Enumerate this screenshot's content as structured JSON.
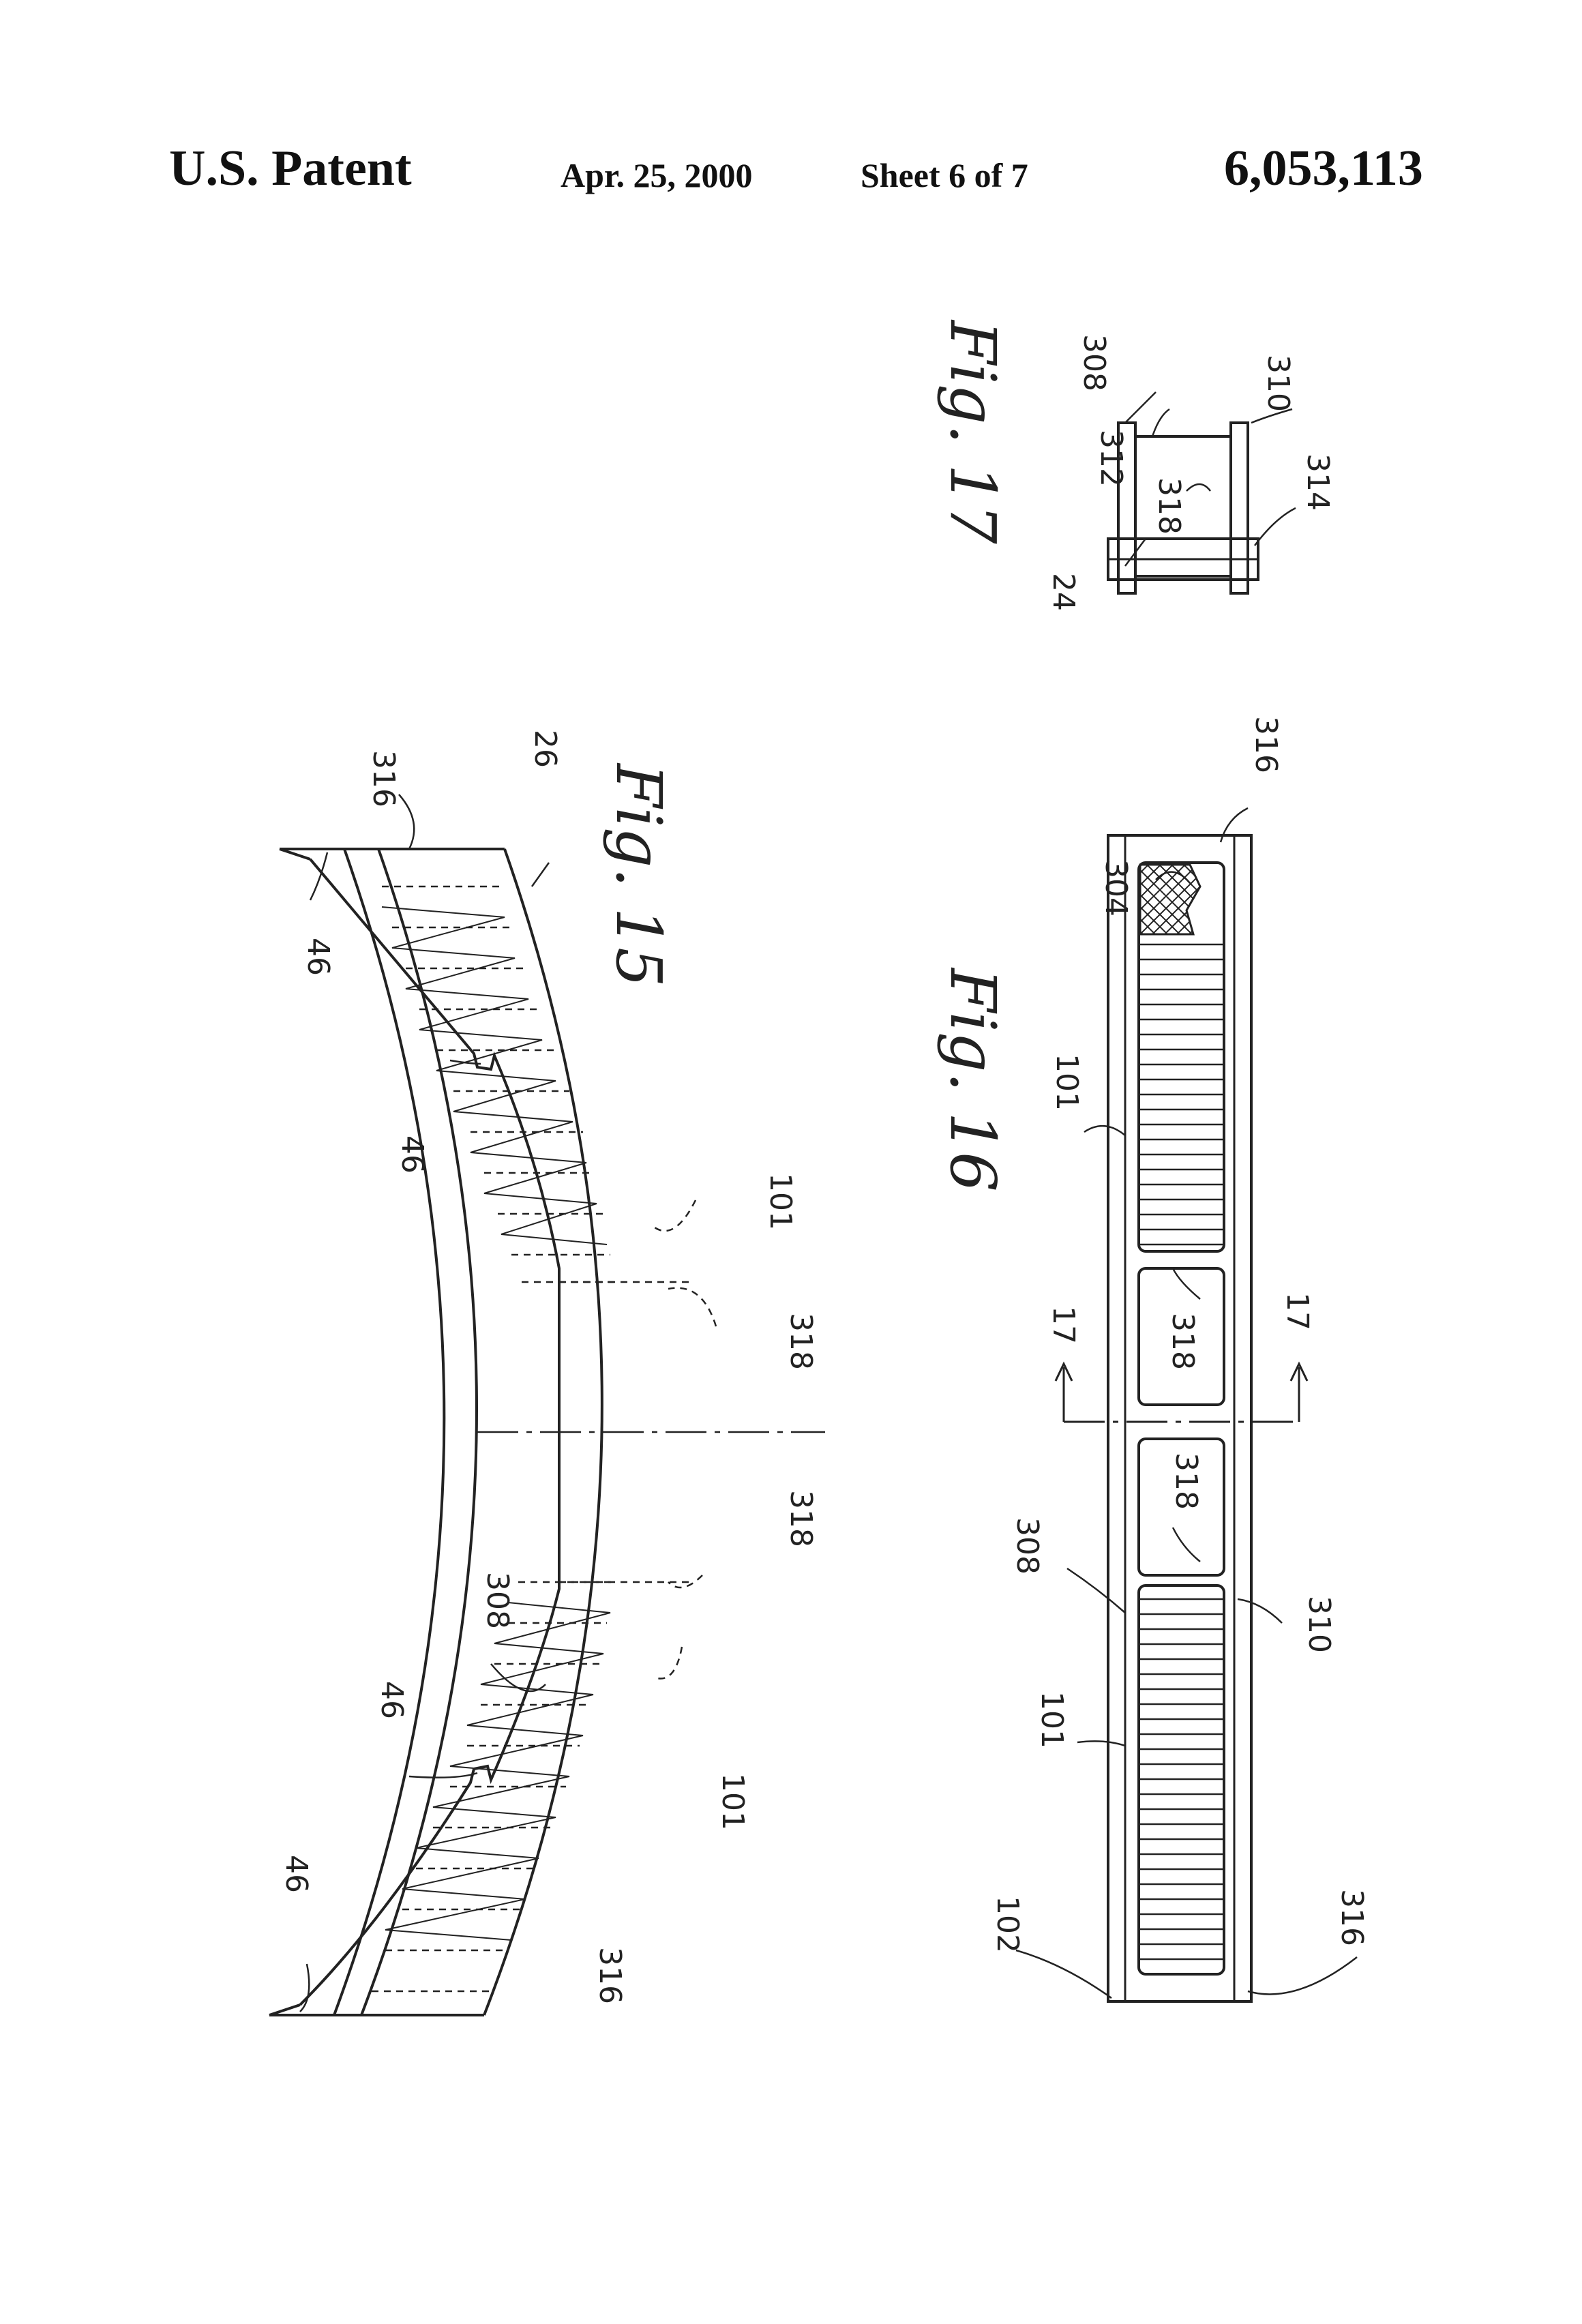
{
  "header": {
    "left": "U.S. Patent",
    "date": "Apr. 25, 2000",
    "sheet": "Sheet 6 of 7",
    "patent_number": "6,053,113"
  },
  "figures": {
    "fig15": {
      "title": "Fig. 15",
      "labels": {
        "l316a": "316",
        "l316b": "316",
        "l26": "26",
        "l46a": "46",
        "l46b": "46",
        "l46c": "46",
        "l46d": "46",
        "l101a": "101",
        "l101b": "101",
        "l318a": "318",
        "l318b": "318",
        "l308": "308"
      }
    },
    "fig16": {
      "title": "Fig. 16",
      "labels": {
        "l304": "304",
        "l316a": "316",
        "l316b": "316",
        "l101a": "101",
        "l101b": "101",
        "l318a": "318",
        "l318b": "318",
        "l17a": "17",
        "l17b": "17",
        "l308": "308",
        "l310": "310",
        "l102": "102"
      }
    },
    "fig17": {
      "title": "Fig. 17",
      "labels": {
        "l308": "308",
        "l310": "310",
        "l312": "312",
        "l314": "314",
        "l318": "318",
        "l24": "24"
      }
    }
  }
}
